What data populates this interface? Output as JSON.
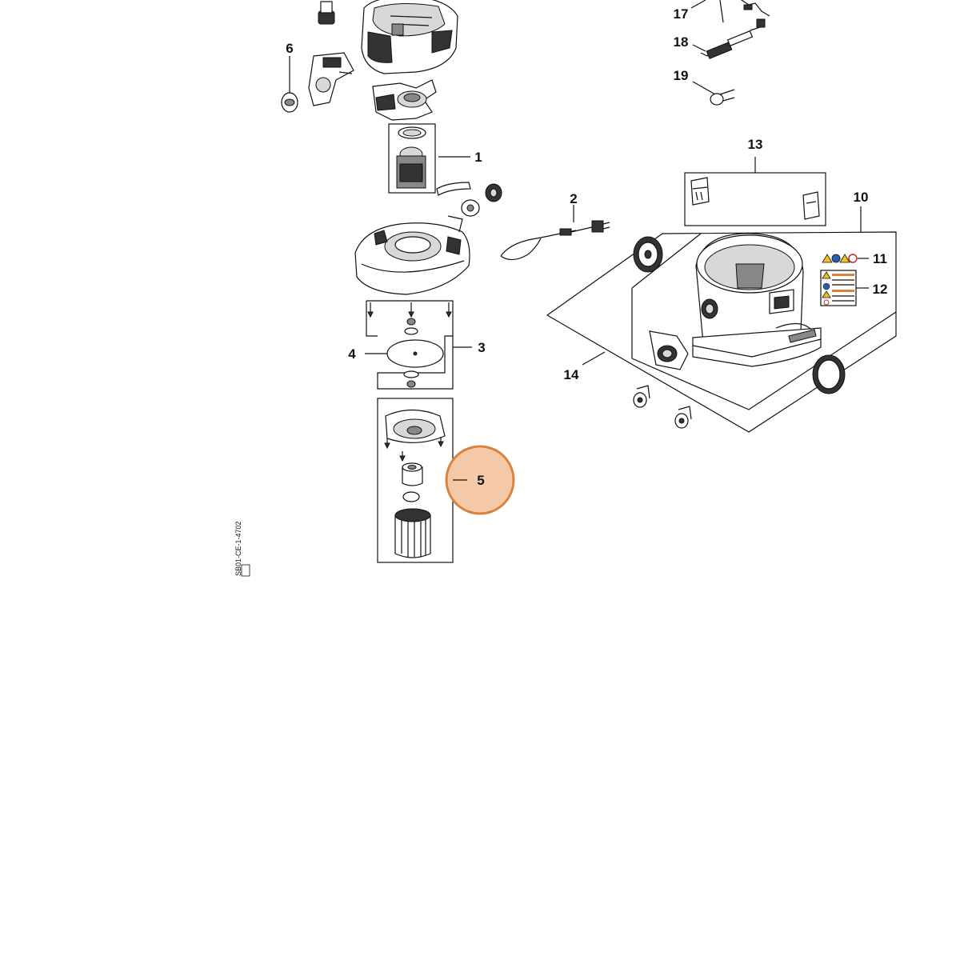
{
  "labels": {
    "p1": "1",
    "p2": "2",
    "p3": "3",
    "p4": "4",
    "p5": "5",
    "p6": "6",
    "p10": "10",
    "p11": "11",
    "p12": "12",
    "p13": "13",
    "p14": "14",
    "p17": "17",
    "p18": "18",
    "p19": "19"
  },
  "highlight": {
    "target": "5",
    "fill": "#f5c9a8",
    "stroke": "#d9833f"
  },
  "drawing_code": "SB01-CE-1-4702"
}
